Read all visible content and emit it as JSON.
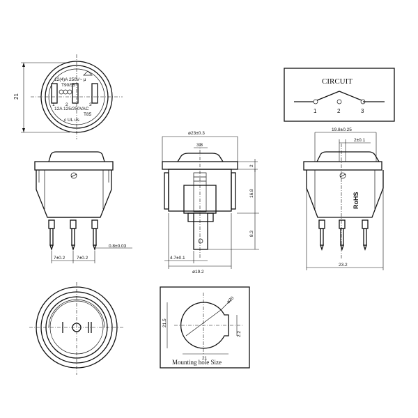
{
  "circuit": {
    "title": "CIRCUIT",
    "terminals": [
      "1",
      "2",
      "3"
    ]
  },
  "top_view": {
    "height_dim": "21",
    "label_line1": "12(4)A 250V~ μ",
    "label_line2": "T90/55",
    "label_line3": "12A 125/250VAC",
    "label_line4": "T85",
    "pins": [
      "1",
      "2",
      "3"
    ],
    "ul_mark": "c UL us"
  },
  "front_view": {
    "pitch_left": "7±0.2",
    "pitch_right": "7±0.2",
    "pin_thickness": "0.8±0.03"
  },
  "side_view": {
    "outer_diameter": "ø23±0.3",
    "rocker_width": "3.8",
    "flange": "2",
    "body_height": "16.8",
    "pin_length": "8.3",
    "pin_width": "4.7±0.1",
    "body_diameter": "ø19.2"
  },
  "right_view": {
    "width_top": "19.8±0.25",
    "offset": "2±0.1",
    "total_width": "23.2",
    "rohs": "RoHS"
  },
  "front_symbol": {
    "off": "O",
    "on": "I",
    "on2": "II"
  },
  "mounting": {
    "caption": "Mounting hole Size",
    "diameter": "ø20",
    "width": "21",
    "height": "21.5",
    "slot": "2.2"
  }
}
